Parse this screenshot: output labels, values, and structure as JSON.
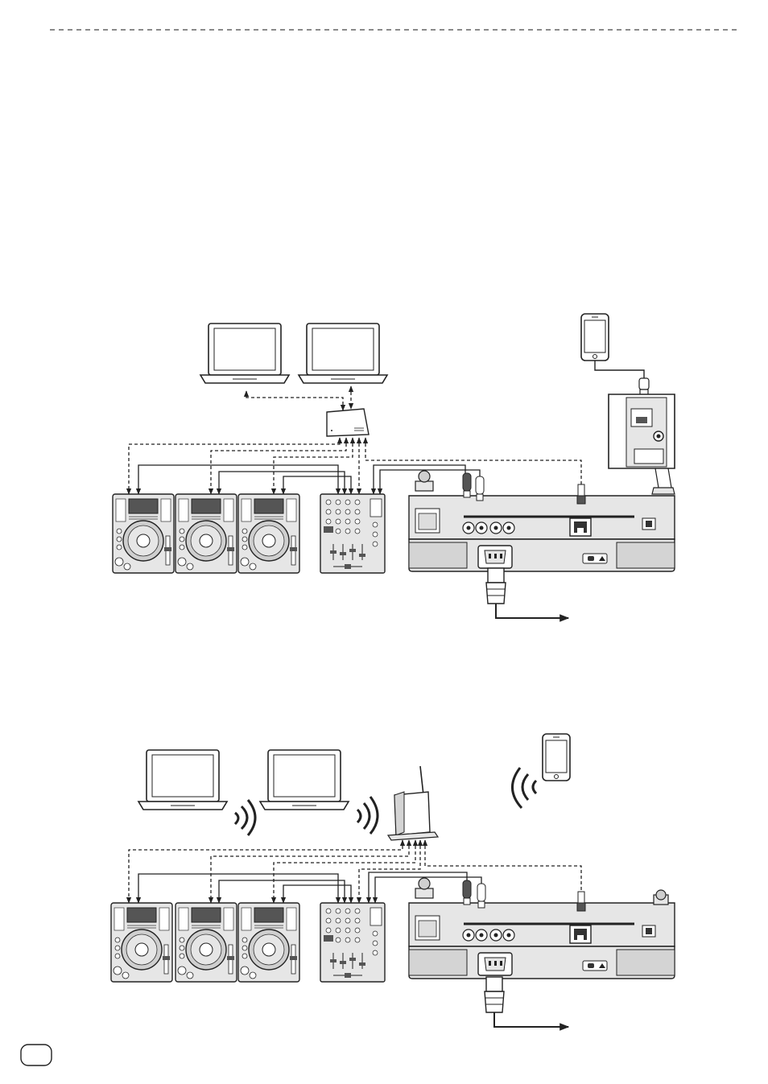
{
  "page": {
    "language_badge": ""
  },
  "colors": {
    "line": "#222222",
    "device_fill": "#e6e6e6",
    "device_dark": "#555555",
    "panel_fill": "#d4d4d4"
  },
  "icons": [
    "laptop-icon",
    "network-hub-icon",
    "wireless-router-icon",
    "smartphone-icon",
    "cdj-player-icon",
    "dj-mixer-icon",
    "usb-plug-icon",
    "ac-plug-icon",
    "wifi-waves-icon"
  ],
  "diagrams": [
    {
      "id": "wired-setup",
      "connection": "wired"
    },
    {
      "id": "wireless-setup",
      "connection": "wireless"
    }
  ]
}
